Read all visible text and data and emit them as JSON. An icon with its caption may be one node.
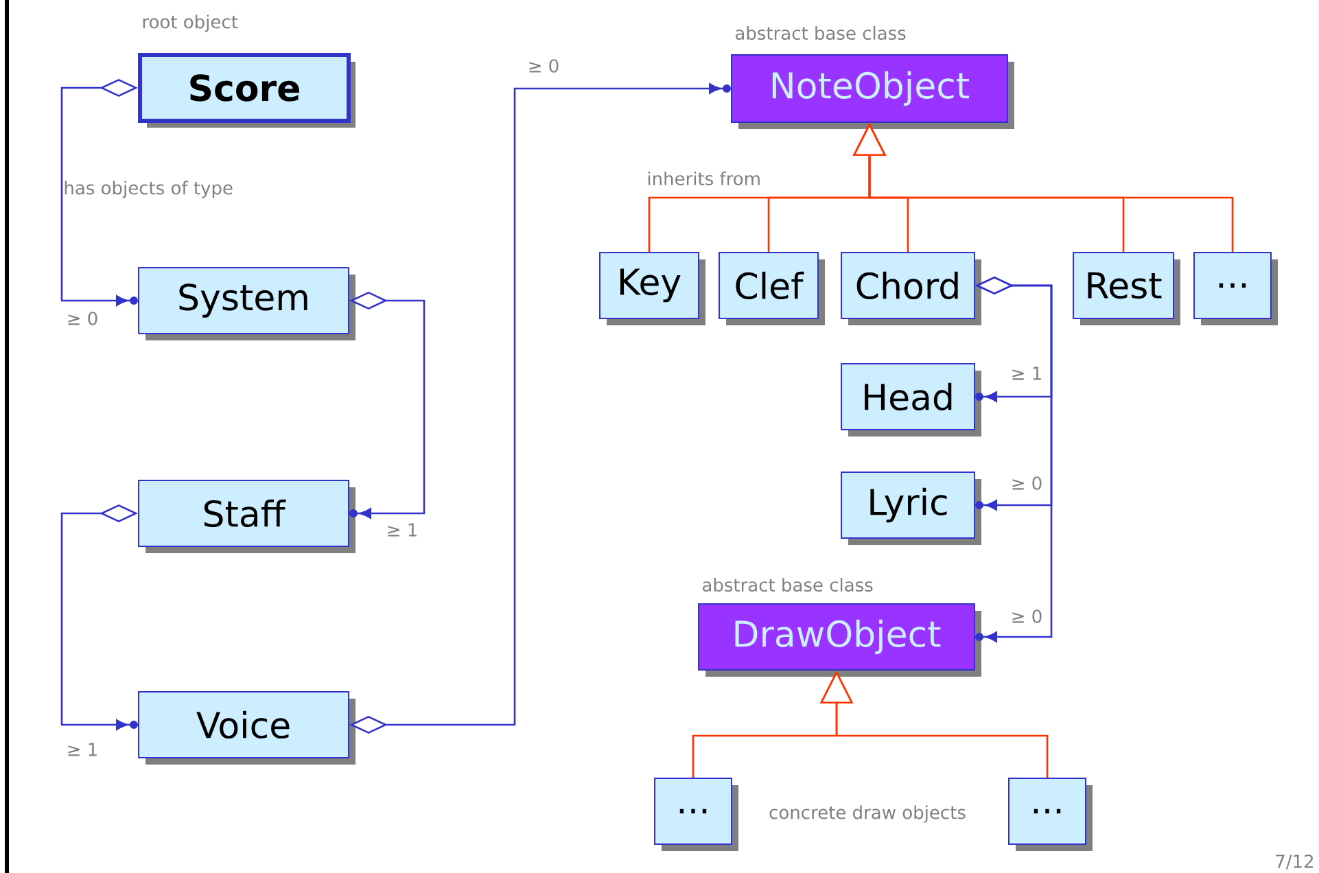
{
  "diagram": {
    "nodes": [
      {
        "text": [
          "Score"
        ],
        "beside": [
          "root object"
        ]
      },
      {
        "text": [
          "System"
        ]
      },
      {
        "text": [
          "Staff"
        ]
      },
      {
        "text": [
          "Voice"
        ]
      },
      {
        "text": [
          "NoteObject"
        ],
        "beside": [
          "abstract base class"
        ]
      },
      {
        "text": [
          "Key"
        ]
      },
      {
        "text": [
          "Clef"
        ]
      },
      {
        "text": [
          "Chord"
        ]
      },
      {
        "text": [
          "Rest"
        ]
      },
      {
        "text": [
          "..."
        ]
      },
      {
        "text": [
          "Head"
        ]
      },
      {
        "text": [
          "Lyric"
        ]
      },
      {
        "text": [
          "DrawObject"
        ],
        "beside": [
          "abstract base class"
        ]
      },
      {
        "text": [
          "..."
        ]
      },
      {
        "text": [
          "..."
        ]
      }
    ],
    "edges": [
      {
        "from": 0,
        "to": 1,
        "arrow": "to",
        "label": "≥ 0",
        "color": "#3333cc"
      },
      {
        "from": 1,
        "to": 2,
        "arrow": "to",
        "label": "≥ 1",
        "color": "#3333cc"
      },
      {
        "from": 2,
        "to": 3,
        "arrow": "to",
        "label": "≥ 1",
        "color": "#3333cc"
      },
      {
        "from": 3,
        "to": 4,
        "arrow": "to",
        "label": "≥ 0",
        "color": "#3333cc"
      },
      {
        "from": 7,
        "to": 10,
        "arrow": "to",
        "label": "≥ 1",
        "color": "#3333cc"
      },
      {
        "from": 7,
        "to": 11,
        "arrow": "to",
        "label": "≥ 0",
        "color": "#3333cc"
      },
      {
        "from": 7,
        "to": 12,
        "arrow": "to",
        "label": "≥ 0",
        "color": "#3333cc"
      },
      {
        "from": 5,
        "to": 4,
        "arrow": "to",
        "color": "#ff3300"
      },
      {
        "from": 6,
        "to": 4,
        "arrow": "to",
        "color": "#ff3300"
      },
      {
        "from": 7,
        "to": 4,
        "arrow": "to",
        "color": "#ff3300"
      },
      {
        "from": 8,
        "to": 4,
        "arrow": "to",
        "color": "#ff3300"
      },
      {
        "from": 9,
        "to": 4,
        "arrow": "to",
        "color": "#ff3300"
      },
      {
        "from": 13,
        "to": 12,
        "arrow": "to",
        "color": "#ff3300"
      },
      {
        "from": 14,
        "to": 12,
        "arrow": "to",
        "color": "#ff3300"
      }
    ],
    "labels": [
      "has objects of type",
      "inherits from",
      "concrete draw objects",
      "7/12"
    ]
  }
}
